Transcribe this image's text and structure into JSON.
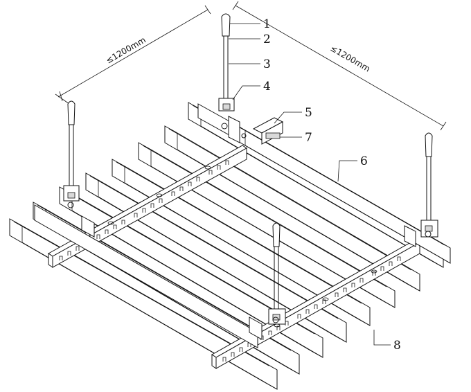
{
  "diagram": {
    "callouts": [
      "1",
      "2",
      "3",
      "4",
      "5",
      "6",
      "7",
      "8"
    ],
    "dimensions": {
      "left_span": "≤1200mm",
      "right_span": "≤1200mm"
    }
  }
}
